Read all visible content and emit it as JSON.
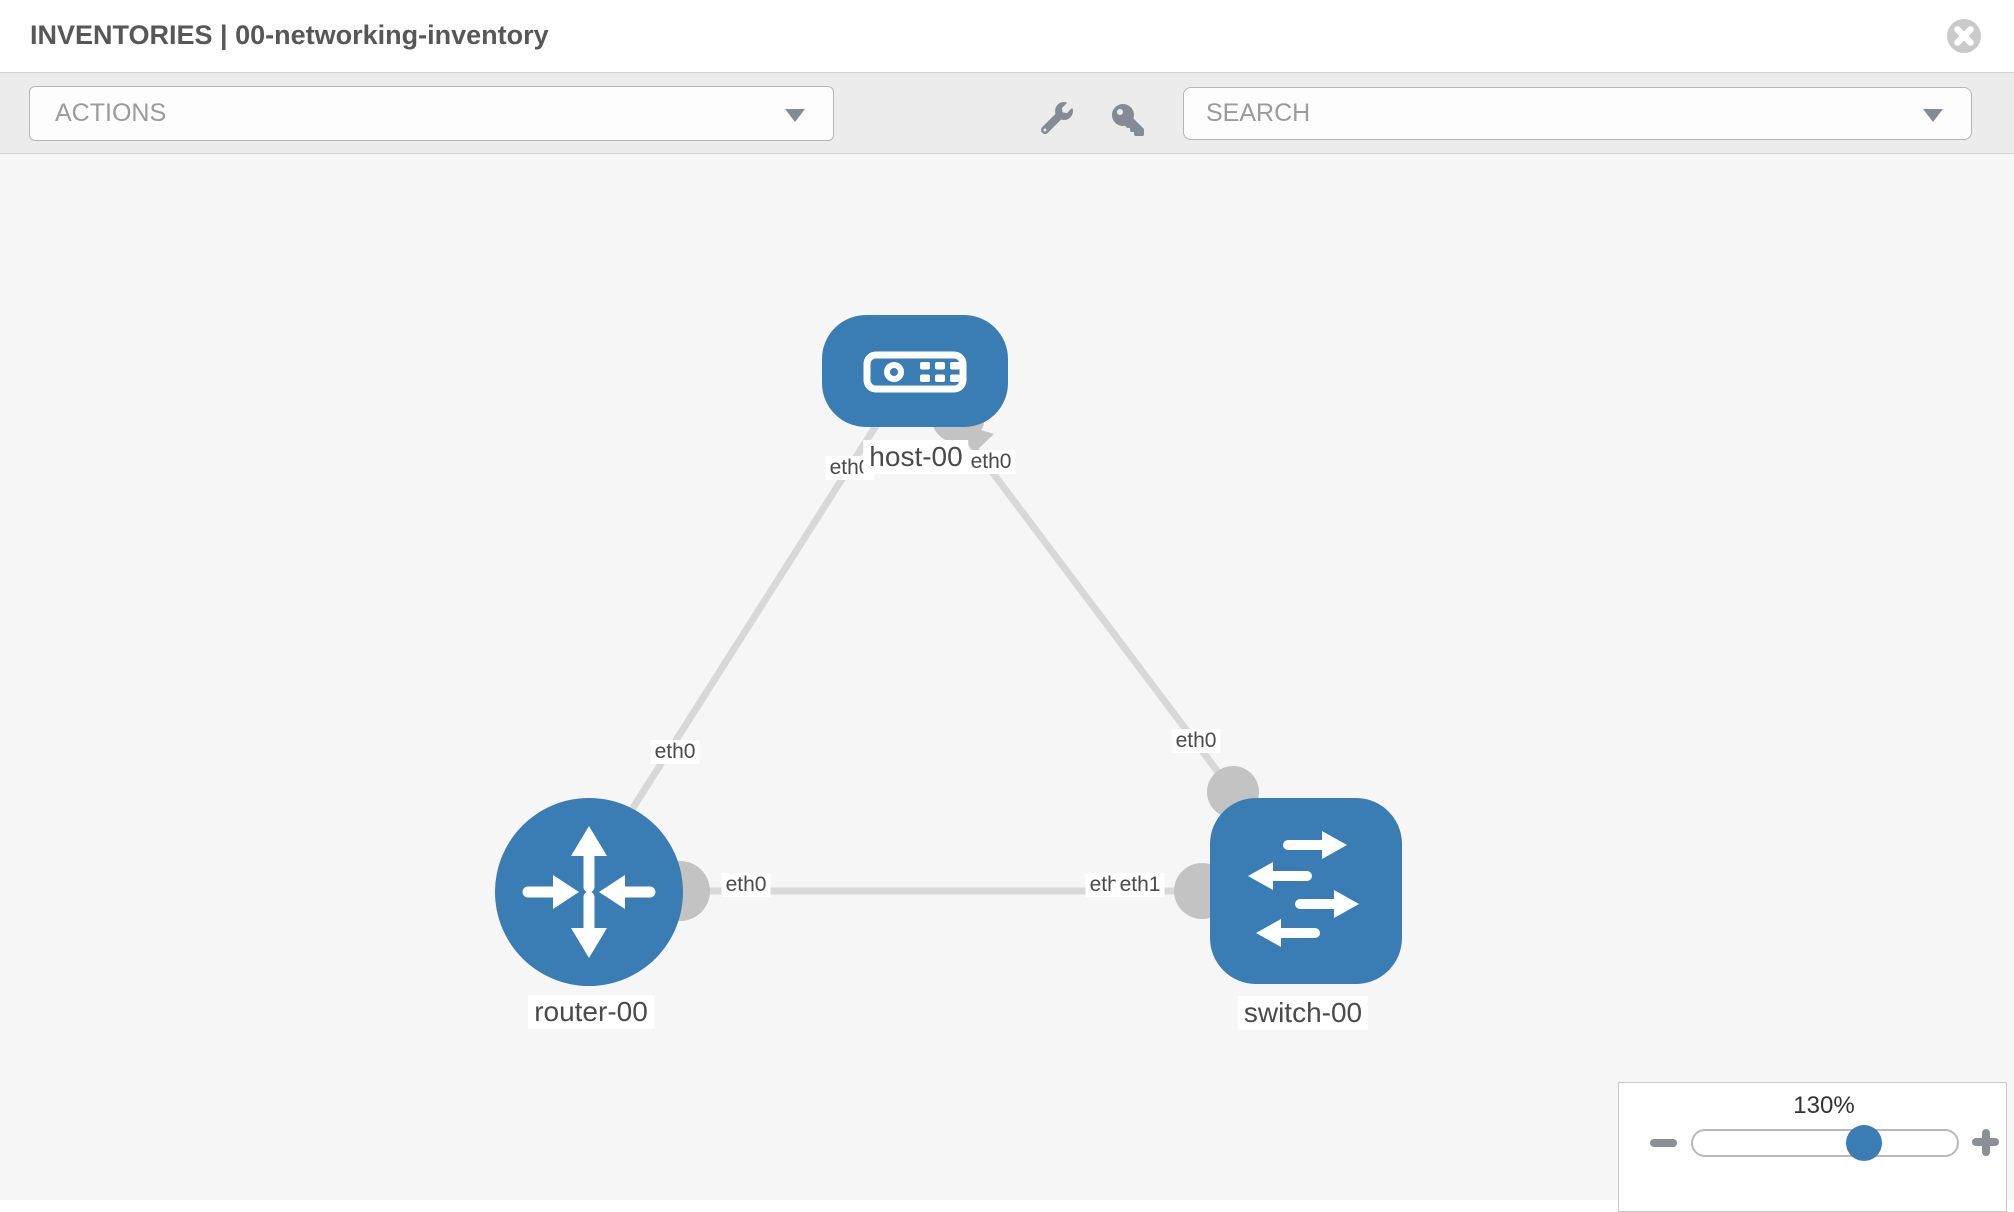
{
  "header": {
    "title": "INVENTORIES | 00-networking-inventory"
  },
  "toolbar": {
    "actions": {
      "placeholder": "ACTIONS"
    },
    "search": {
      "placeholder": "SEARCH"
    }
  },
  "icons": {
    "close": "times-circle-icon",
    "tools": [
      "wrench-icon",
      "key-icon"
    ],
    "dropdown_caret": "caret-down-icon",
    "zoom_out": "minus-icon",
    "zoom_in": "plus-icon"
  },
  "topology": {
    "nodes": [
      {
        "label": "host-00",
        "type": "host",
        "shape": "rounded-rect"
      },
      {
        "label": "router-00",
        "type": "router",
        "shape": "circle"
      },
      {
        "label": "switch-00",
        "type": "switch",
        "shape": "rounded-square"
      }
    ],
    "links": [
      {
        "from": "host-00",
        "to": "router-00",
        "from_if": "eth0",
        "to_if": "eth0"
      },
      {
        "from": "host-00",
        "to": "switch-00",
        "from_if": "eth0",
        "to_if": "eth0"
      },
      {
        "from": "router-00",
        "to": "switch-00",
        "from_if": "eth0",
        "to_if": "eth1"
      }
    ],
    "interface_labels": {
      "host_left": "eth0",
      "host_right": "eth0",
      "host_router_mid": "eth0",
      "host_switch_mid": "eth0",
      "router_side": "eth0",
      "switch_side_under": "eth0",
      "switch_side": "eth1"
    }
  },
  "zoom_control": {
    "value": "130%"
  },
  "colors": {
    "node_blue": "#3a7cb4",
    "link_gray": "#d8d8d8",
    "connector_gray": "#c3c3c3",
    "canvas_bg": "#f6f6f6",
    "toolbar_bg": "#ececec",
    "label_text": "#4a4a4a",
    "icon_gray": "#858b94"
  }
}
